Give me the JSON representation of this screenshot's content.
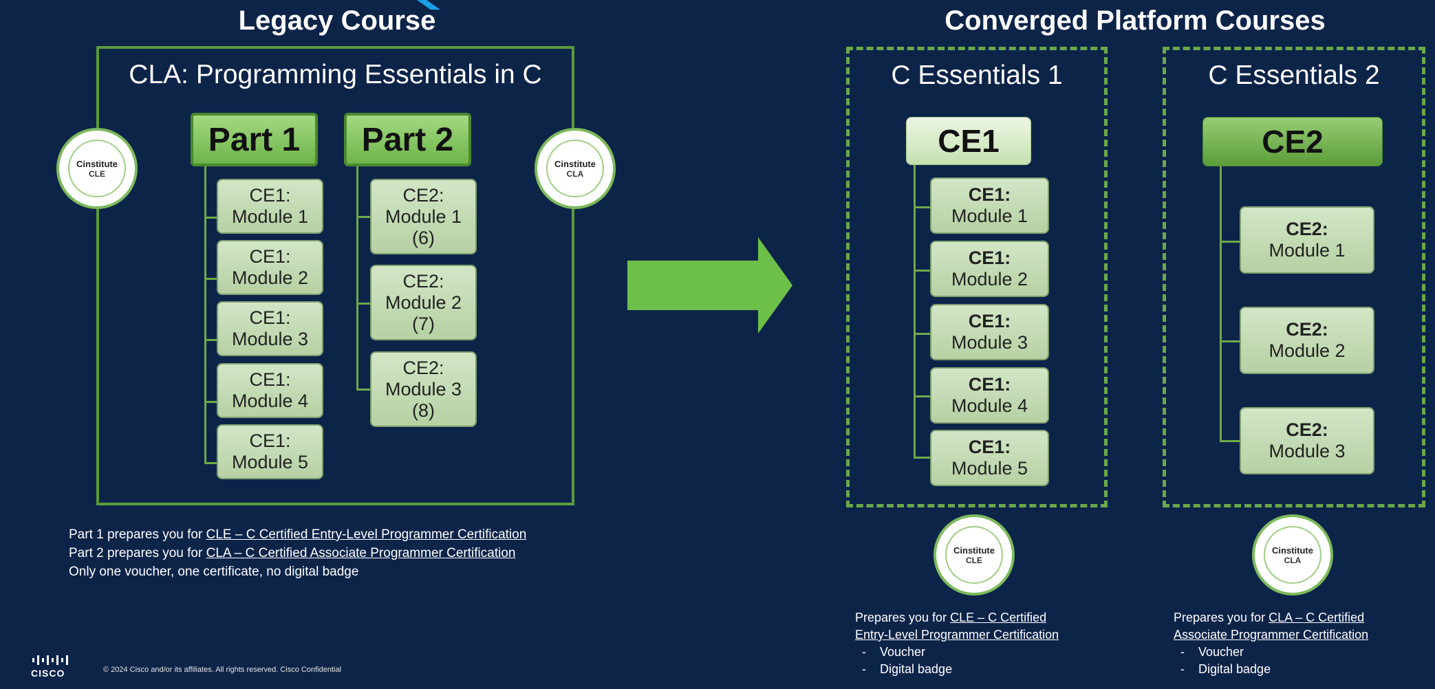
{
  "legacy": {
    "heading": "Legacy Course",
    "course_title": "CLA: Programming Essentials in C",
    "parts": [
      {
        "label": "Part 1",
        "modules": [
          {
            "l1": "CE1:",
            "l2": "Module 1",
            "l3": ""
          },
          {
            "l1": "CE1:",
            "l2": "Module 2",
            "l3": ""
          },
          {
            "l1": "CE1:",
            "l2": "Module 3",
            "l3": ""
          },
          {
            "l1": "CE1:",
            "l2": "Module 4",
            "l3": ""
          },
          {
            "l1": "CE1:",
            "l2": "Module 5",
            "l3": ""
          }
        ]
      },
      {
        "label": "Part 2",
        "modules": [
          {
            "l1": "CE2:",
            "l2": "Module 1",
            "l3": "(6)"
          },
          {
            "l1": "CE2:",
            "l2": "Module 2",
            "l3": "(7)"
          },
          {
            "l1": "CE2:",
            "l2": "Module 3",
            "l3": "(8)"
          }
        ]
      }
    ],
    "badges": [
      {
        "brand": "Cinstitute",
        "code": "CLE"
      },
      {
        "brand": "Cinstitute",
        "code": "CLA"
      }
    ],
    "notes": {
      "line1_prefix": "Part 1 prepares you for ",
      "line1_link": "CLE – C Certified Entry-Level Programmer Certification",
      "line2_prefix": "Part 2 prepares you for ",
      "line2_link": "CLA – C Certified Associate Programmer Certification",
      "line3": "Only one voucher, one certificate, no digital badge"
    }
  },
  "converged": {
    "heading": "Converged Platform Courses",
    "courses": [
      {
        "title": "C Essentials 1",
        "code": "CE1",
        "modules": [
          {
            "l1": "CE1:",
            "l2": "Module 1"
          },
          {
            "l1": "CE1:",
            "l2": "Module 2"
          },
          {
            "l1": "CE1:",
            "l2": "Module 3"
          },
          {
            "l1": "CE1:",
            "l2": "Module 4"
          },
          {
            "l1": "CE1:",
            "l2": "Module 5"
          }
        ],
        "badge": {
          "brand": "Cinstitute",
          "code": "CLE"
        },
        "prepares_prefix": "Prepares you for ",
        "prepares_link_a": "CLE – C Certified",
        "prepares_link_b": "Entry-Level Programmer Certification",
        "bullets": [
          "Voucher",
          "Digital badge"
        ]
      },
      {
        "title": "C Essentials 2",
        "code": "CE2",
        "modules": [
          {
            "l1": "CE2:",
            "l2": "Module 1"
          },
          {
            "l1": "CE2:",
            "l2": "Module 2"
          },
          {
            "l1": "CE2:",
            "l2": "Module 3"
          }
        ],
        "badge": {
          "brand": "Cinstitute",
          "code": "CLA"
        },
        "prepares_prefix": "Prepares you for ",
        "prepares_link_a": "CLA – C Certified",
        "prepares_link_b": "Associate Programmer Certification",
        "bullets": [
          "Voucher",
          "Digital badge"
        ]
      }
    ]
  },
  "footer": {
    "logo_text": "CISCO",
    "copyright": "© 2024  Cisco and/or its affiliates. All rights reserved.   Cisco Confidential"
  },
  "colors": {
    "background": "#0d2449",
    "accent_green": "#6ab04c",
    "arrow_green": "#6cc04a"
  }
}
